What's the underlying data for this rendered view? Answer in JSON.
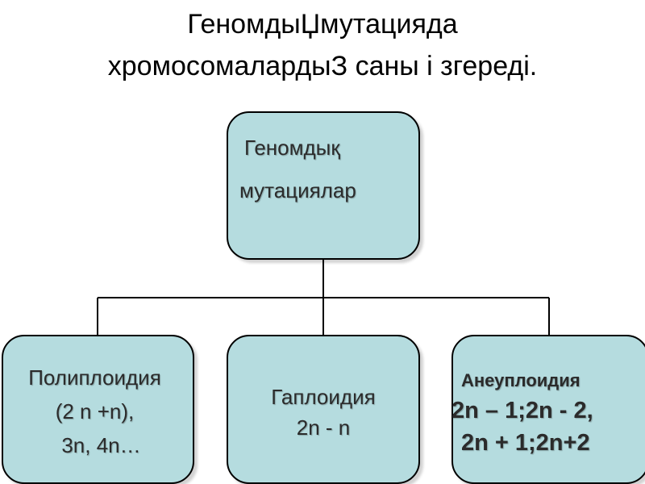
{
  "title": {
    "line1": "ГеномдыЏмутацияда",
    "line2": "хромосомалардыЗ саны і згереді."
  },
  "diagram": {
    "root": {
      "line1": "Геномдық",
      "line2": "мутациялар"
    },
    "children": [
      {
        "line1": "Полиплоидия",
        "line2": "(2 n +n),",
        "line3": "3n,  4n…"
      },
      {
        "line1": "Гаплоидия",
        "line2": "2n - n"
      },
      {
        "line1": "Анеуплоидия",
        "line2": "2n – 1;2n - 2,",
        "line3": "2n + 1;2n+2"
      }
    ]
  },
  "colors": {
    "node_fill": "#b5dcdf",
    "node_border": "#000000",
    "text": "#2b2b2b",
    "connector": "#000000"
  }
}
